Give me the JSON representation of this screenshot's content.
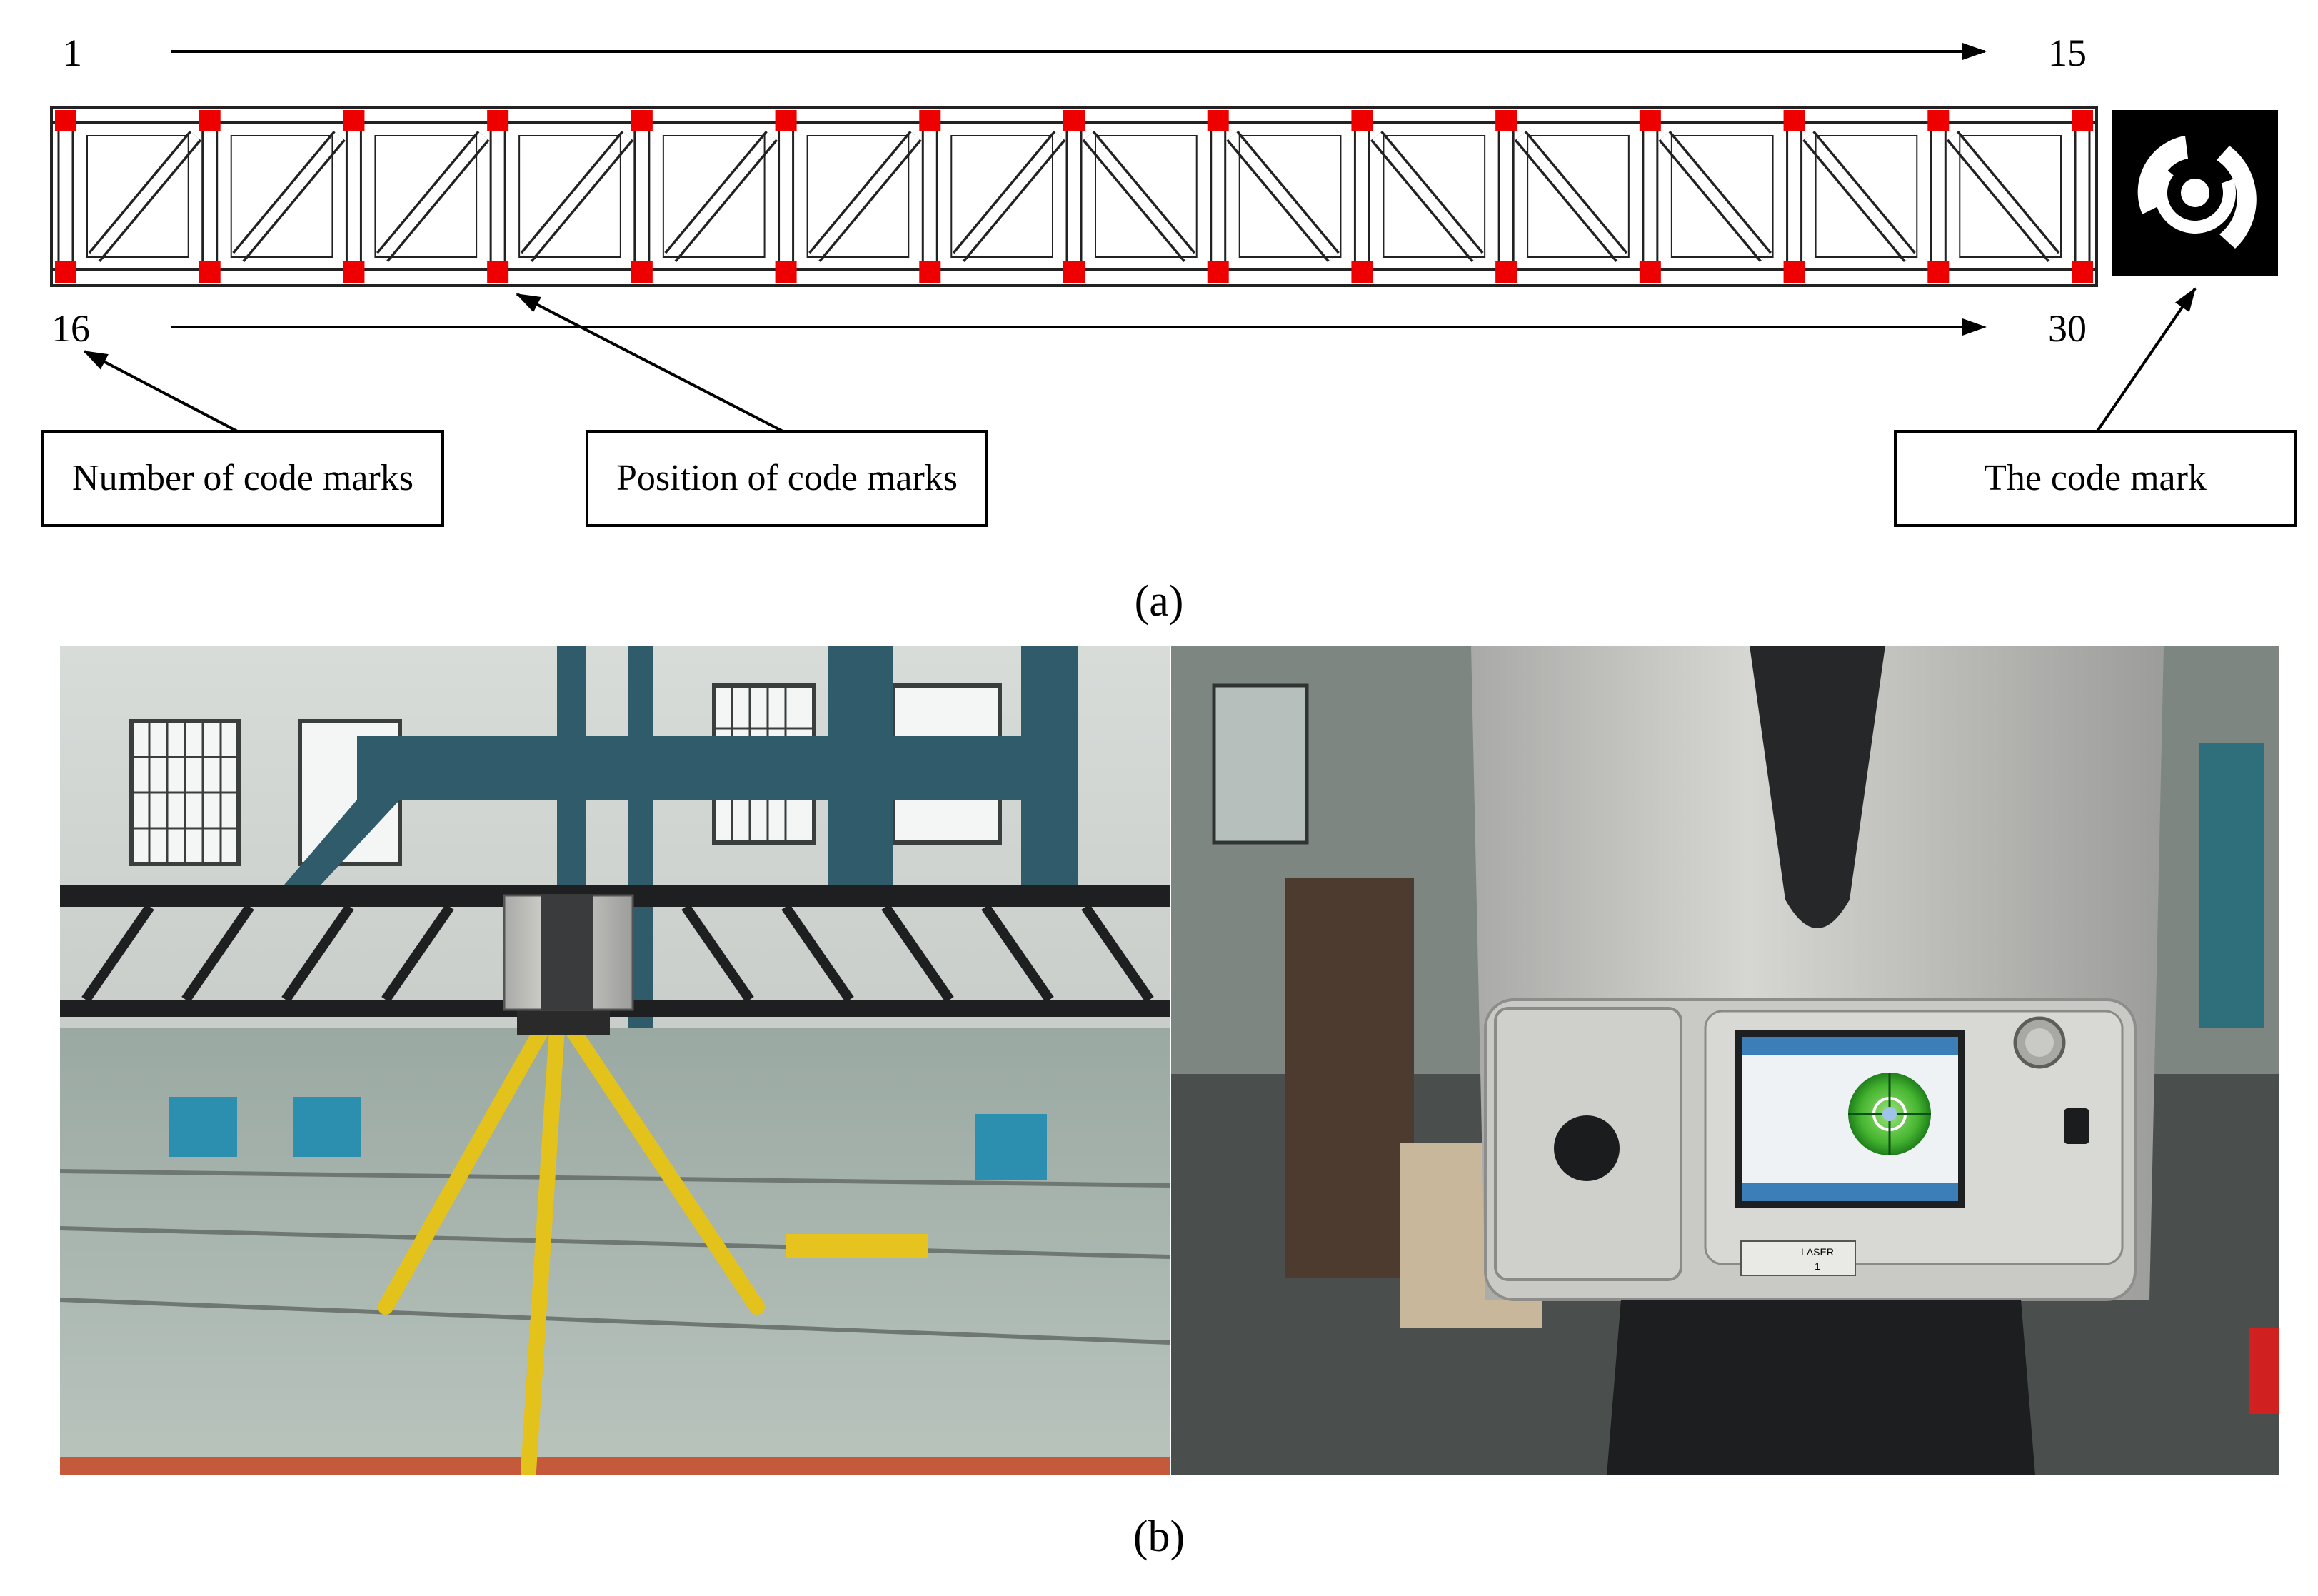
{
  "panel_a": {
    "top_start_number": "1",
    "top_end_number": "15",
    "bottom_start_number": "16",
    "bottom_end_number": "30",
    "code_mark_count_per_chord": 15,
    "callouts": {
      "number_label": "Number of code marks",
      "position_label": "Position of code marks",
      "code_mark_label": "The code mark"
    },
    "caption": "(a)",
    "colors": {
      "code_mark": "#ee0000",
      "truss_line": "#222222"
    },
    "icon": "coded-target-icon"
  },
  "panel_b": {
    "caption": "(b)",
    "left_photo": "laser-scanner-on-tripod-photo",
    "right_photo": "scanner-level-screen-photo",
    "laser_label_line1": "LASER",
    "laser_label_line2": "1"
  }
}
